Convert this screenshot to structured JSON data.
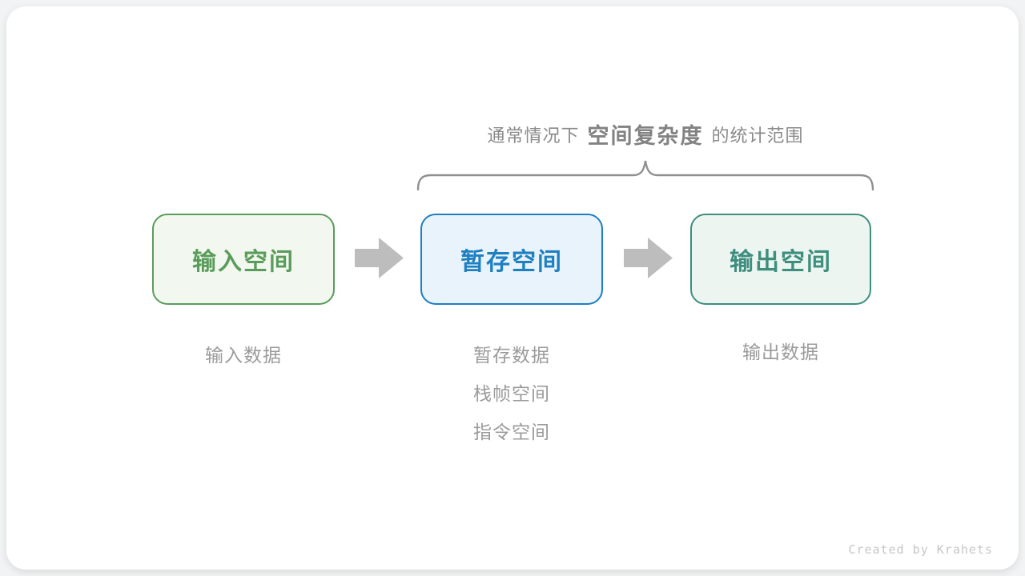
{
  "annotation": {
    "prefix": "通常情况下",
    "highlight": "空间复杂度",
    "suffix": "的统计范围"
  },
  "boxes": [
    {
      "label": "输入空间",
      "colors": {
        "border": "#5a9c5b",
        "fill": "#f2f8ef",
        "text": "#5a9c5b"
      },
      "sub": [
        "输入数据"
      ]
    },
    {
      "label": "暂存空间",
      "colors": {
        "border": "#1e7fc1",
        "fill": "#e9f3fb",
        "text": "#1e7fc1"
      },
      "sub": [
        "暂存数据",
        "栈帧空间",
        "指令空间"
      ]
    },
    {
      "label": "输出空间",
      "colors": {
        "border": "#3e8e7e",
        "fill": "#edf5f1",
        "text": "#3e8e7e"
      },
      "sub": [
        "输出数据"
      ]
    }
  ],
  "icons": {
    "arrow_right": "right-block-arrow",
    "brace": "horizontal-curly-brace"
  },
  "graphic_colors": {
    "arrow": "#bdbdbd",
    "brace": "#8f8f8f"
  },
  "watermark": "Created by Krahets"
}
